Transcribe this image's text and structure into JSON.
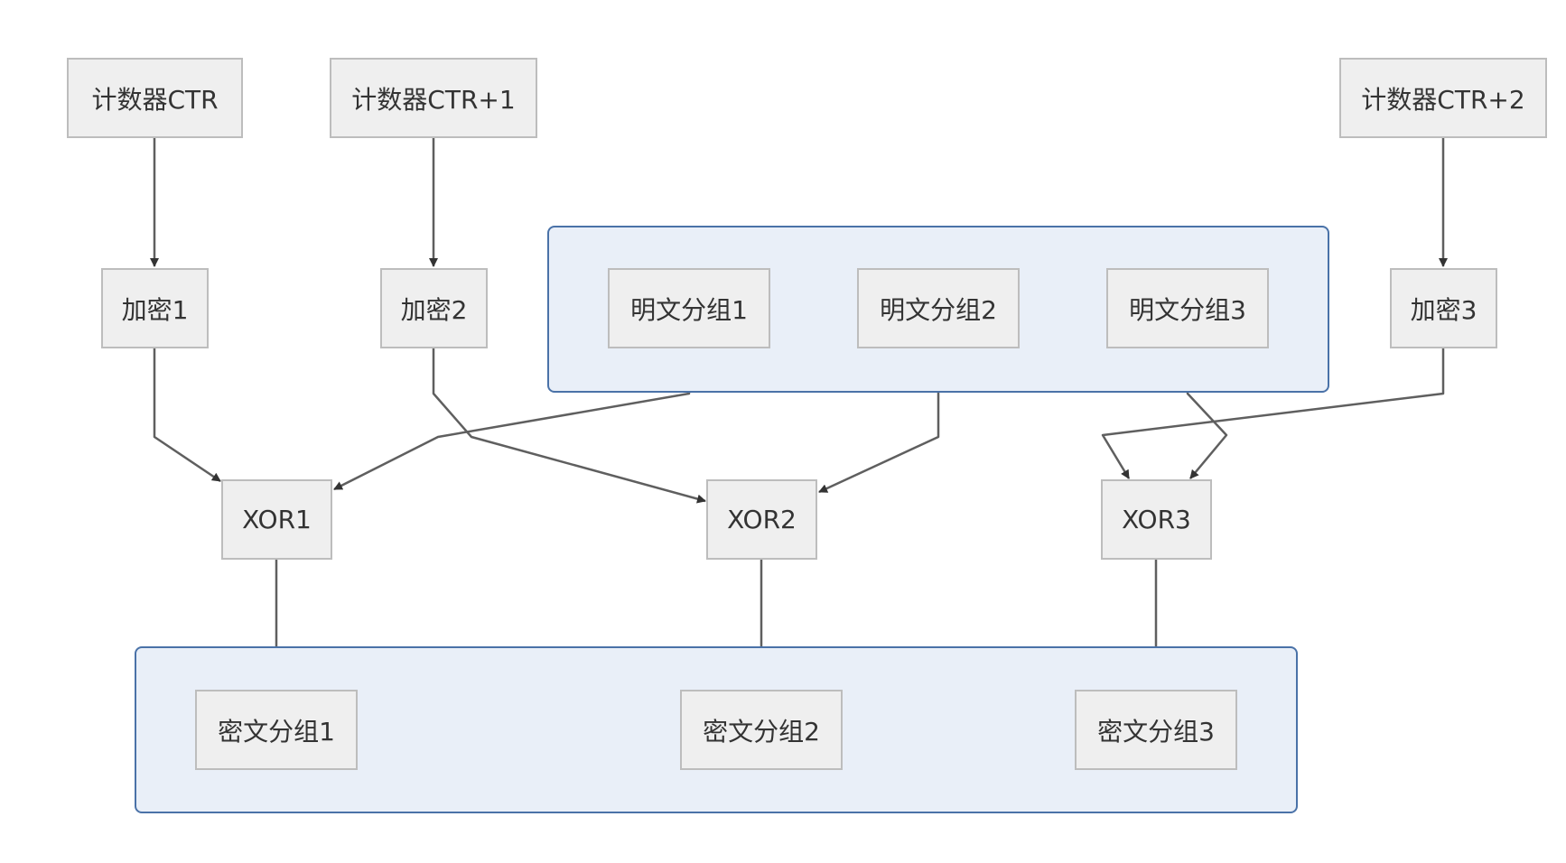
{
  "nodes": {
    "ctr0": "计数器CTR",
    "ctr1": "计数器CTR+1",
    "ctr2": "计数器CTR+2",
    "enc1": "加密1",
    "enc2": "加密2",
    "enc3": "加密3",
    "pt1": "明文分组1",
    "pt2": "明文分组2",
    "pt3": "明文分组3",
    "xor1": "XOR1",
    "xor2": "XOR2",
    "xor3": "XOR3",
    "ct1": "密文分组1",
    "ct2": "密文分组2",
    "ct3": "密文分组3"
  },
  "edges": [
    [
      "ctr0",
      "enc1"
    ],
    [
      "ctr1",
      "enc2"
    ],
    [
      "ctr2",
      "enc3"
    ],
    [
      "enc1",
      "xor1"
    ],
    [
      "pt1",
      "xor1"
    ],
    [
      "enc2",
      "xor2"
    ],
    [
      "pt2",
      "xor2"
    ],
    [
      "enc3",
      "xor3"
    ],
    [
      "pt3",
      "xor3"
    ],
    [
      "xor1",
      "ct1"
    ],
    [
      "xor2",
      "ct2"
    ],
    [
      "xor3",
      "ct3"
    ]
  ],
  "colors": {
    "node_fill": "#efefef",
    "node_border": "#bdbdbd",
    "group_fill": "#e9eff8",
    "group_border": "#4a72a8",
    "edge": "#5f5f5f"
  }
}
